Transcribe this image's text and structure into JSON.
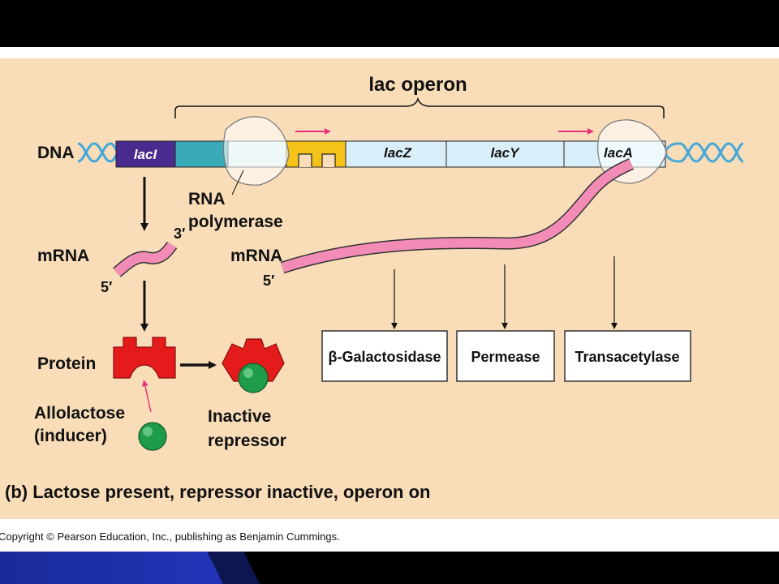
{
  "header": {
    "operon_label": "lac operon"
  },
  "dna": {
    "label": "DNA",
    "genes": [
      "lacI",
      "lacZ",
      "lacY",
      "lacA"
    ]
  },
  "labels": {
    "rna_polymerase_line1": "RNA",
    "rna_polymerase_line2": "polymerase",
    "mrna_left": "mRNA",
    "mrna_right": "mRNA",
    "three_prime": "3′",
    "five_prime_left": "5′",
    "five_prime_right": "5′",
    "protein": "Protein",
    "allolactose_line1": "Allolactose",
    "allolactose_line2": "(inducer)",
    "inactive_line1": "Inactive",
    "inactive_line2": "repressor"
  },
  "proteins": [
    "β-Galactosidase",
    "Permease",
    "Transacetylase"
  ],
  "caption": "(b) Lactose present, repressor inactive, operon on",
  "copyright": "Copyright © Pearson Education, Inc., publishing as Benjamin Cummings.",
  "colors": {
    "background": "#f9ddb9",
    "laci": "#4a2a8e",
    "promoter_teal": "#3aaab8",
    "operator_yellow": "#f5c21a",
    "gene_blue": "#d8eef8",
    "mrna_pink": "#f28cb6",
    "repressor_red": "#e51b1b",
    "inducer_green": "#1f9c4a",
    "helix_blue": "#44a8d8"
  }
}
